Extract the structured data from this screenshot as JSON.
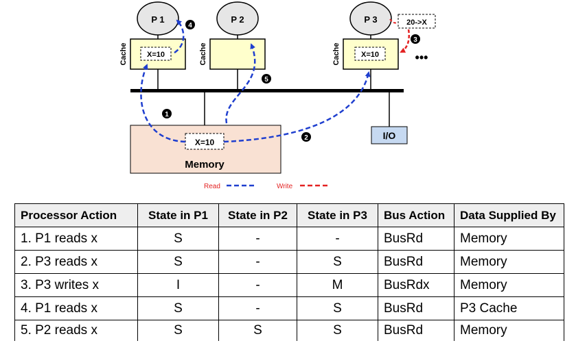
{
  "diagram": {
    "processors": [
      "P 1",
      "P 2",
      "P 3"
    ],
    "cache_label": "Cache",
    "p1_cache_value": "X=10",
    "p3_cache_value": "X=10",
    "memory_value": "X=10",
    "memory_label": "Memory",
    "io_label": "I/O",
    "write_value": "20->X",
    "more_dots": "•••",
    "steps": [
      "1",
      "2",
      "3",
      "4",
      "5"
    ],
    "legend": {
      "read": "Read",
      "write": "Write"
    },
    "colors": {
      "read": "#1f3fcf",
      "write": "#e32222",
      "cache_fill": "#ffffcc",
      "memory_fill": "#f9e1d3",
      "io_fill": "#c6d9f1",
      "processor_fill": "#e6e6e6"
    }
  },
  "table": {
    "headers": [
      "Processor Action",
      "State in P1",
      "State in P2",
      "State in P3",
      "Bus Action",
      "Data Supplied By"
    ],
    "rows": [
      [
        "1. P1 reads x",
        "S",
        "-",
        "-",
        "BusRd",
        "Memory"
      ],
      [
        "2. P3 reads x",
        "S",
        "-",
        "S",
        "BusRd",
        "Memory"
      ],
      [
        "3. P3 writes x",
        "I",
        "-",
        "M",
        "BusRdx",
        "Memory"
      ],
      [
        "4. P1 reads x",
        "S",
        "-",
        "S",
        "BusRd",
        "P3 Cache"
      ],
      [
        "5. P2 reads x",
        "S",
        "S",
        "S",
        "BusRd",
        "Memory"
      ]
    ]
  }
}
